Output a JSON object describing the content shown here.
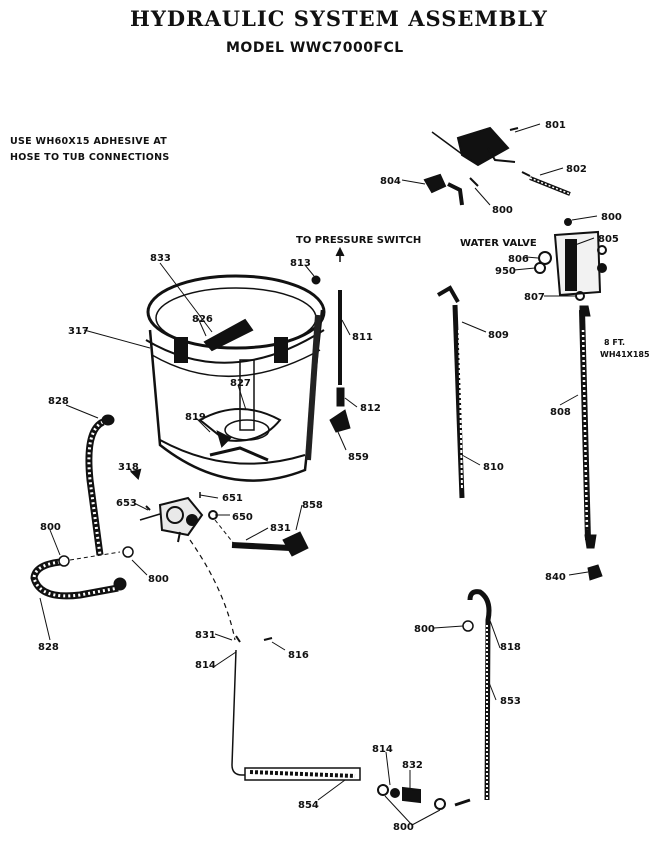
{
  "title": "HYDRAULIC SYSTEM ASSEMBLY",
  "model": "MODEL WWC7000FCL",
  "note": {
    "line1": "USE WH60X15 ADHESIVE AT",
    "line2": "HOSE TO TUB CONNECTIONS"
  },
  "callouts": {
    "pressure_switch": "TO PRESSURE SWITCH",
    "water_valve": "WATER VALVE",
    "hose_spec_1": "8 FT.",
    "hose_spec_2": "WH41X185"
  },
  "parts": {
    "p801": "801",
    "p802": "802",
    "p804": "804",
    "p800_a": "800",
    "p800_b": "800",
    "p805": "805",
    "p806": "806",
    "p950": "950",
    "p807": "807",
    "p808": "808",
    "p809": "809",
    "p810": "810",
    "p811": "811",
    "p812": "812",
    "p813": "813",
    "p833": "833",
    "p826": "826",
    "p317": "317",
    "p827": "827",
    "p819": "819",
    "p859": "859",
    "p828_a": "828",
    "p828_b": "828",
    "p318": "318",
    "p653": "653",
    "p651": "651",
    "p650": "650",
    "p831_a": "831",
    "p858": "858",
    "p800_c": "800",
    "p800_d": "800",
    "p840": "840",
    "p831_b": "831",
    "p816": "816",
    "p814_a": "814",
    "p800_e": "800",
    "p818": "818",
    "p853": "853",
    "p814_b": "814",
    "p832": "832",
    "p854": "854",
    "p800_f": "800"
  }
}
